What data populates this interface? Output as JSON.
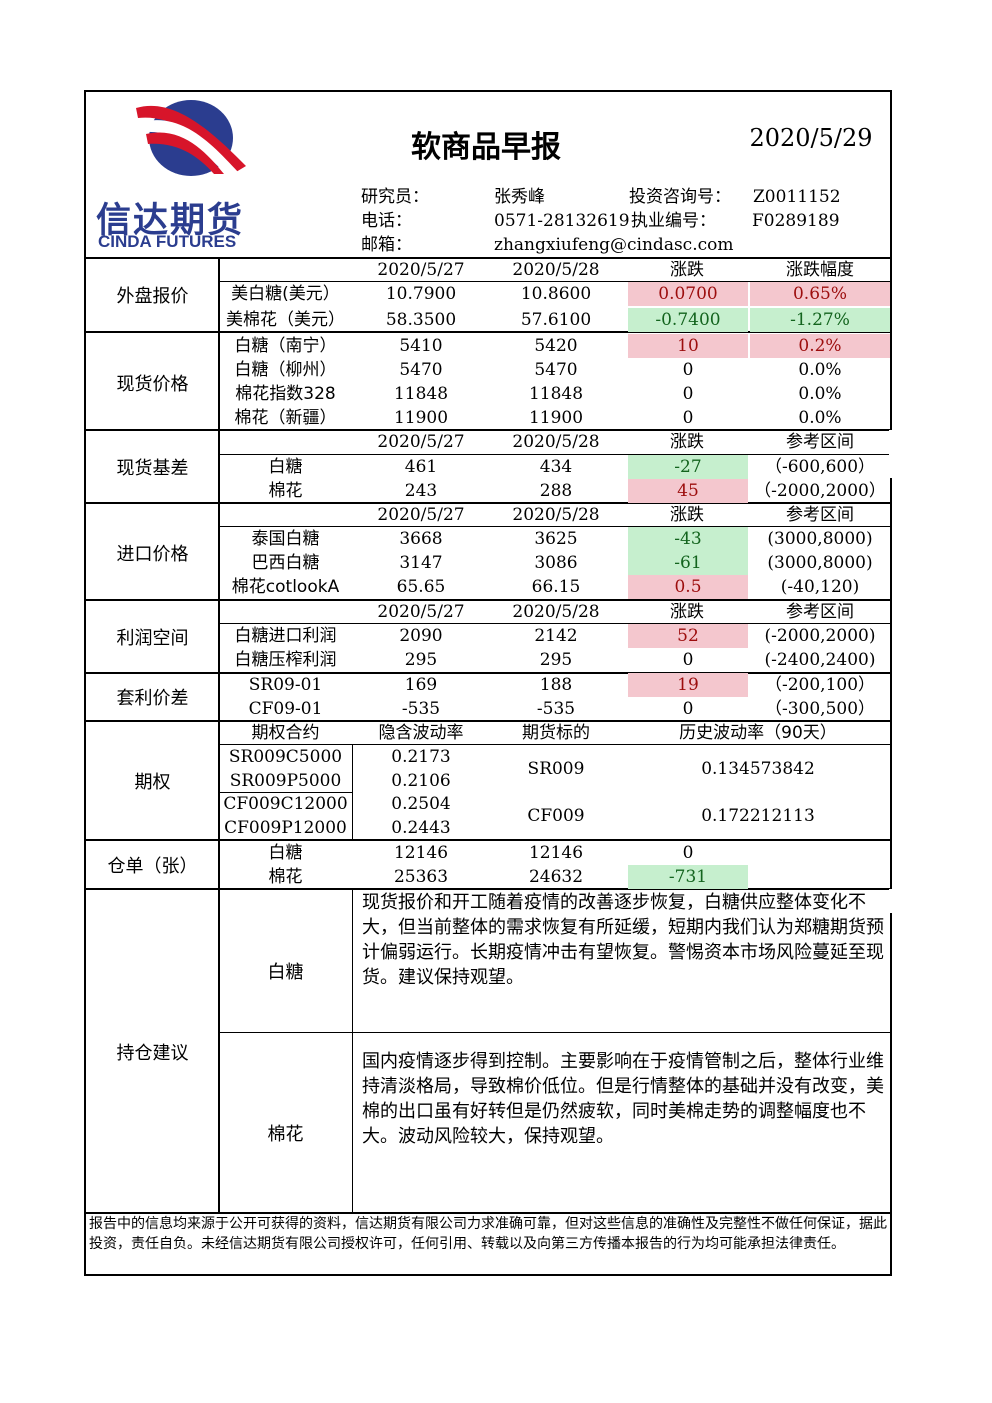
{
  "header": {
    "title": "软商品早报",
    "date": "2020/5/29",
    "logo_cn": "信达期货",
    "logo_en": "CINDA FUTURES",
    "researcher_label": "研究员：",
    "researcher": "张秀峰",
    "consult_label": "投资咨询号：",
    "consult_no": "Z0011152",
    "phone_label": "电话：",
    "phone": "0571-28132619",
    "license_label": "执业编号：",
    "license_no": "F0289189",
    "email_label": "邮箱：",
    "email": "zhangxiufeng@cindasc.com"
  },
  "colors": {
    "up_bg": "#f4c7ce",
    "up_text": "#9c0d0d",
    "down_bg": "#c6efce",
    "down_text": "#13641e",
    "logo_red": "#d7152a",
    "logo_blue": "#2b3d8f"
  },
  "external": {
    "section": "外盘报价",
    "headers": [
      "2020/5/27",
      "2020/5/28",
      "涨跌",
      "涨跌幅度"
    ],
    "rows": [
      [
        "美白糖(美元）",
        "10.7900",
        "10.8600",
        "0.0700",
        "0.65%"
      ],
      [
        "美棉花（美元）",
        "58.3500",
        "57.6100",
        "-0.7400",
        "-1.27%"
      ]
    ]
  },
  "spot": {
    "section": "现货价格",
    "rows": [
      [
        "白糖（南宁）",
        "5410",
        "5420",
        "10",
        "0.2%"
      ],
      [
        "白糖（柳州）",
        "5470",
        "5470",
        "0",
        "0.0%"
      ],
      [
        "棉花指数328",
        "11848",
        "11848",
        "0",
        "0.0%"
      ],
      [
        "棉花（新疆）",
        "11900",
        "11900",
        "0",
        "0.0%"
      ]
    ]
  },
  "basis": {
    "section": "现货基差",
    "headers": [
      "2020/5/27",
      "2020/5/28",
      "涨跌",
      "参考区间"
    ],
    "rows": [
      [
        "白糖",
        "461",
        "434",
        "-27",
        "（-600,600）"
      ],
      [
        "棉花",
        "243",
        "288",
        "45",
        "（-2000,2000）"
      ]
    ]
  },
  "import": {
    "section": "进口价格",
    "headers": [
      "2020/5/27",
      "2020/5/28",
      "涨跌",
      "参考区间"
    ],
    "rows": [
      [
        "泰国白糖",
        "3668",
        "3625",
        "-43",
        "(3000,8000)"
      ],
      [
        "巴西白糖",
        "3147",
        "3086",
        "-61",
        "(3000,8000)"
      ],
      [
        "棉花cotlookA",
        "65.65",
        "66.15",
        "0.5",
        "(-40,120)"
      ]
    ]
  },
  "profit": {
    "section": "利润空间",
    "headers": [
      "2020/5/27",
      "2020/5/28",
      "涨跌",
      "参考区间"
    ],
    "rows": [
      [
        "白糖进口利润",
        "2090",
        "2142",
        "52",
        "(-2000,2000)"
      ],
      [
        "白糖压榨利润",
        "295",
        "295",
        "0",
        "(-2400,2400)"
      ]
    ]
  },
  "arbitrage": {
    "section": "套利价差",
    "rows": [
      [
        "SR09-01",
        "169",
        "188",
        "19",
        "（-200,100）"
      ],
      [
        "CF09-01",
        "-535",
        "-535",
        "0",
        "（-300,500）"
      ]
    ]
  },
  "options": {
    "section": "期权",
    "headers": [
      "期权合约",
      "隐含波动率",
      "期货标的",
      "历史波动率（90天）"
    ],
    "contracts": [
      [
        "SR009C5000",
        "0.2173"
      ],
      [
        "SR009P5000",
        "0.2106"
      ],
      [
        "CF009C12000",
        "0.2504"
      ],
      [
        "CF009P12000",
        "0.2443"
      ]
    ],
    "underlyings": [
      [
        "SR009",
        "0.134573842"
      ],
      [
        "CF009",
        "0.172212113"
      ]
    ]
  },
  "warehouse": {
    "section": "仓单（张）",
    "rows": [
      [
        "白糖",
        "12146",
        "12146",
        "0"
      ],
      [
        "棉花",
        "25363",
        "24632",
        "-731"
      ]
    ]
  },
  "advice": {
    "section": "持仓建议",
    "sugar_label": "白糖",
    "sugar_text": "现货报价和开工随着疫情的改善逐步恢复，白糖供应整体变化不大，但当前整体的需求恢复有所延缓，短期内我们认为郑糖期货预计偏弱运行。长期疫情冲击有望恢复。警惕资本市场风险蔓延至现货。建议保持观望。",
    "cotton_label": "棉花",
    "cotton_text": "国内疫情逐步得到控制。主要影响在于疫情管制之后，整体行业维持清淡格局，导致棉价低位。但是行情整体的基础并没有改变，美棉的出口虽有好转但是仍然疲软，同时美棉走势的调整幅度也不大。波动风险较大，保持观望。"
  },
  "disclaimer": "报告中的信息均来源于公开可获得的资料，信达期货有限公司力求准确可靠，但对这些信息的准确性及完整性不做任何保证，据此投资，责任自负。未经信达期货有限公司授权许可，任何引用、转载以及向第三方传播本报告的行为均可能承担法律责任。"
}
